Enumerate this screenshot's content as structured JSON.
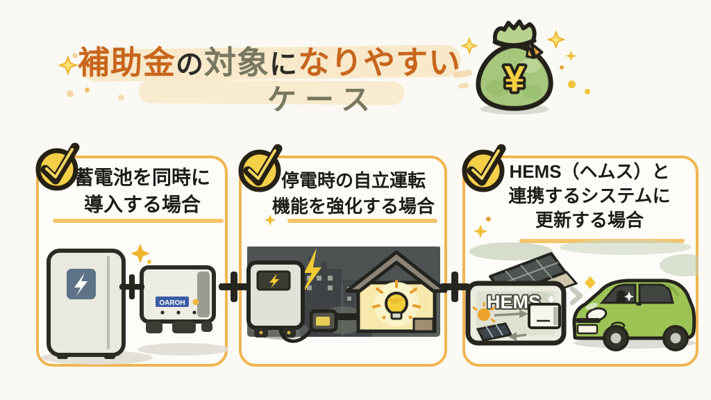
{
  "header": {
    "title": {
      "segments": [
        {
          "text": "補助金"
        },
        {
          "text": "の"
        },
        {
          "text": "対象"
        },
        {
          "text": "に"
        },
        {
          "text": "なりやすい"
        }
      ],
      "line2": "ケース"
    },
    "money_bag_symbol": "¥"
  },
  "panels": [
    {
      "heading_lines": [
        "蓄電池を同時に",
        "導入する場合"
      ],
      "device_label": "OAROH"
    },
    {
      "heading_lines": [
        "停電時の自立運転",
        "機能を強化する場合"
      ]
    },
    {
      "heading_lines": [
        "HEMS（ヘムス）と",
        "連携するシステムに",
        "更新する場合"
      ],
      "screen_label": "HEMS"
    }
  ],
  "colors": {
    "background": "#faf9f4",
    "title_orange": "#c8661d",
    "title_ink": "#2d2c27",
    "title_olive": "#787860",
    "title_highlight": "#f8e9cb",
    "panel_border": "#f0b551",
    "heading_underline": "#f3c468",
    "badge_yellow": "#f4d049",
    "outline_dark": "#26251e",
    "money_bag_green": "#a6c67c",
    "yen_yellow": "#f2d042",
    "car_green": "#9dc355",
    "house_glow_yellow": "#f7e9ac",
    "lightning_yellow": "#f0ca33"
  },
  "icons": {
    "check_badge": "check-icon",
    "plus": "plus-icon",
    "sparkle": "sparkle-icon",
    "money_bag": "money-bag-icon",
    "lightning": "lightning-icon",
    "light_bulb": "light-bulb-icon",
    "sun": "sun-icon"
  }
}
